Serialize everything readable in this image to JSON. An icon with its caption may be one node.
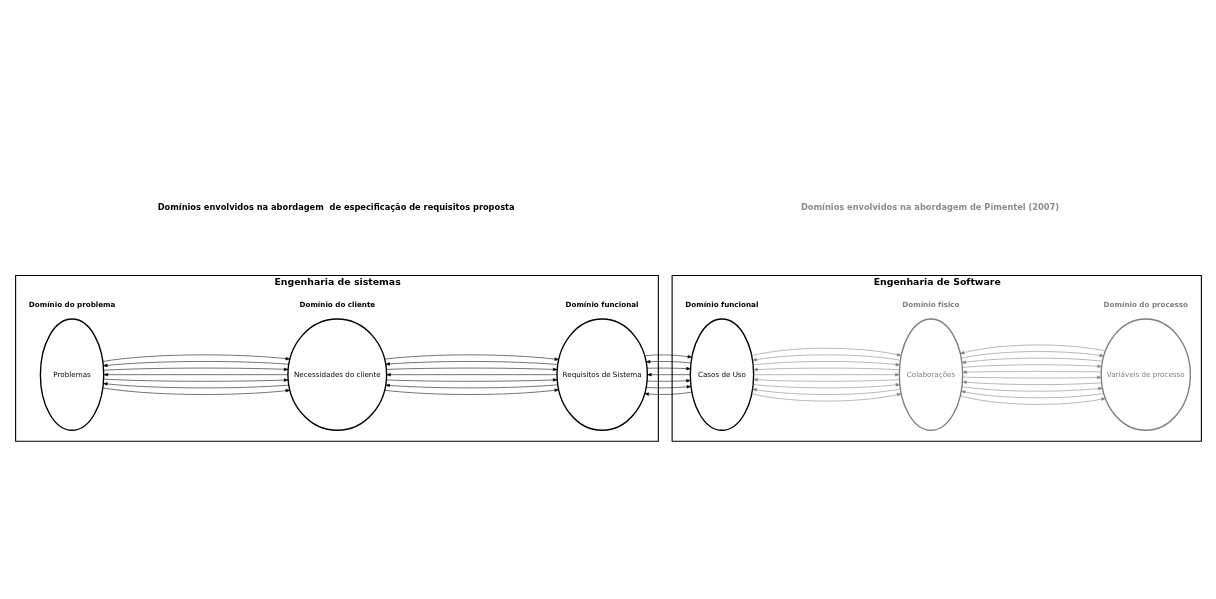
{
  "diagram": {
    "nodes": [
      {
        "text": [
          "Engenharia de sistemas"
        ]
      },
      {
        "text": [
          "Problemas"
        ],
        "in": 0,
        "beside": [
          "Domínio do problema"
        ]
      },
      {
        "text": [
          "Necessidades do cliente"
        ],
        "in": 0,
        "beside": [
          "Domínio do cliente"
        ]
      },
      {
        "text": [
          "Requisitos de Sistema"
        ],
        "in": 0,
        "beside": [
          "Domínio funcional"
        ]
      },
      {
        "text": [
          "Engenharia de Software"
        ]
      },
      {
        "text": [
          "Casos de Uso"
        ],
        "in": 4,
        "beside": [
          "Domínio funcional"
        ]
      },
      {
        "text": [
          "Colaborações"
        ],
        "in": 4,
        "beside": [
          "Domínio físico"
        ]
      },
      {
        "text": [
          "Variáveis de processo"
        ],
        "in": 4,
        "beside": [
          "Domínio do processo"
        ]
      }
    ],
    "edges": [
      {
        "from": 1,
        "to": 2,
        "arrow": "to"
      },
      {
        "from": 2,
        "to": 1,
        "arrow": "to"
      },
      {
        "from": 1,
        "to": 2,
        "arrow": "to"
      },
      {
        "from": 2,
        "to": 1,
        "arrow": "to"
      },
      {
        "from": 1,
        "to": 2,
        "arrow": "to"
      },
      {
        "from": 2,
        "to": 1,
        "arrow": "to"
      },
      {
        "from": 1,
        "to": 2,
        "arrow": "to"
      },
      {
        "from": 2,
        "to": 3,
        "arrow": "to"
      },
      {
        "from": 3,
        "to": 2,
        "arrow": "to"
      },
      {
        "from": 2,
        "to": 3,
        "arrow": "to"
      },
      {
        "from": 3,
        "to": 2,
        "arrow": "to"
      },
      {
        "from": 2,
        "to": 3,
        "arrow": "to"
      },
      {
        "from": 3,
        "to": 2,
        "arrow": "to"
      },
      {
        "from": 2,
        "to": 3,
        "arrow": "to"
      },
      {
        "from": 3,
        "to": 5,
        "arrow": "to"
      },
      {
        "from": 5,
        "to": 3,
        "arrow": "to"
      },
      {
        "from": 3,
        "to": 5,
        "arrow": "to"
      },
      {
        "from": 5,
        "to": 3,
        "arrow": "to"
      },
      {
        "from": 3,
        "to": 5,
        "arrow": "to"
      },
      {
        "from": 5,
        "to": 3,
        "arrow": "to"
      },
      {
        "from": 3,
        "to": 5,
        "arrow": "to"
      },
      {
        "from": 5,
        "to": 6,
        "arrow": "to",
        "color": "#7f7f7f"
      },
      {
        "from": 6,
        "to": 5,
        "arrow": "to",
        "color": "#7f7f7f"
      },
      {
        "from": 5,
        "to": 6,
        "arrow": "to",
        "color": "#7f7f7f"
      },
      {
        "from": 6,
        "to": 5,
        "arrow": "to",
        "color": "#7f7f7f"
      },
      {
        "from": 5,
        "to": 6,
        "arrow": "to",
        "color": "#7f7f7f"
      },
      {
        "from": 6,
        "to": 5,
        "arrow": "to",
        "color": "#7f7f7f"
      },
      {
        "from": 5,
        "to": 6,
        "arrow": "to",
        "color": "#7f7f7f"
      },
      {
        "from": 6,
        "to": 5,
        "arrow": "to",
        "color": "#7f7f7f"
      },
      {
        "from": 5,
        "to": 6,
        "arrow": "to",
        "color": "#7f7f7f"
      },
      {
        "from": 6,
        "to": 7,
        "arrow": "to",
        "color": "#7f7f7f"
      },
      {
        "from": 7,
        "to": 6,
        "arrow": "to",
        "color": "#7f7f7f"
      },
      {
        "from": 6,
        "to": 7,
        "arrow": "to",
        "color": "#7f7f7f"
      },
      {
        "from": 7,
        "to": 6,
        "arrow": "to",
        "color": "#7f7f7f"
      },
      {
        "from": 6,
        "to": 7,
        "arrow": "to",
        "color": "#7f7f7f"
      },
      {
        "from": 7,
        "to": 6,
        "arrow": "to",
        "color": "#7f7f7f"
      },
      {
        "from": 6,
        "to": 7,
        "arrow": "to",
        "color": "#7f7f7f"
      },
      {
        "from": 7,
        "to": 6,
        "arrow": "to",
        "color": "#7f7f7f"
      },
      {
        "from": 6,
        "to": 7,
        "arrow": "to",
        "color": "#7f7f7f"
      },
      {
        "from": 7,
        "to": 6,
        "arrow": "to",
        "color": "#7f7f7f"
      }
    ],
    "labels": [
      "Domínios envolvidos na abordagem  de especificação de requisitos proposta",
      "Domínios envolvidos na abordagem de Pimentel (2007)"
    ]
  }
}
